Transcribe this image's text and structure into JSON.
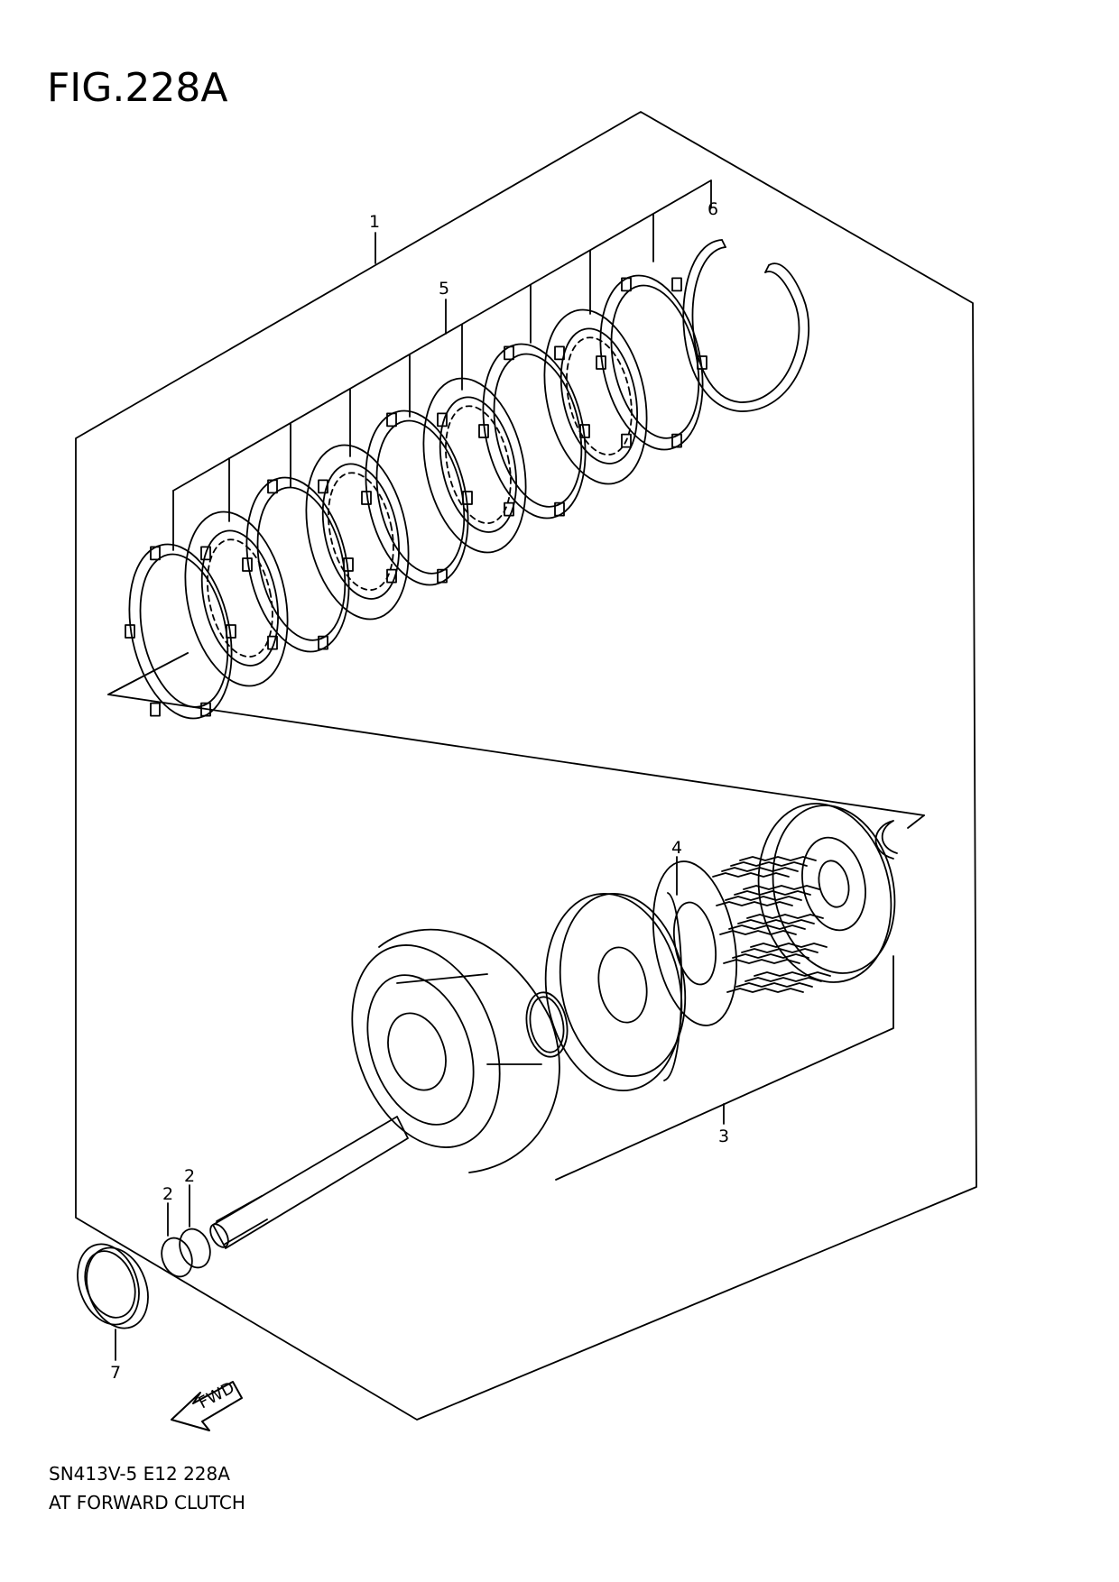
{
  "figure": {
    "title": "FIG.228A"
  },
  "footer": {
    "code": "SN413V-5 E12 228A",
    "name": "AT FORWARD CLUTCH"
  },
  "callouts": {
    "c1": "1",
    "c2a": "2",
    "c2b": "2",
    "c3": "3",
    "c4": "4",
    "c5": "5",
    "c6": "6",
    "c7": "7"
  },
  "direction": {
    "label": "FWD"
  },
  "icons": {
    "direction_arrow": "fwd-arrow-icon"
  }
}
